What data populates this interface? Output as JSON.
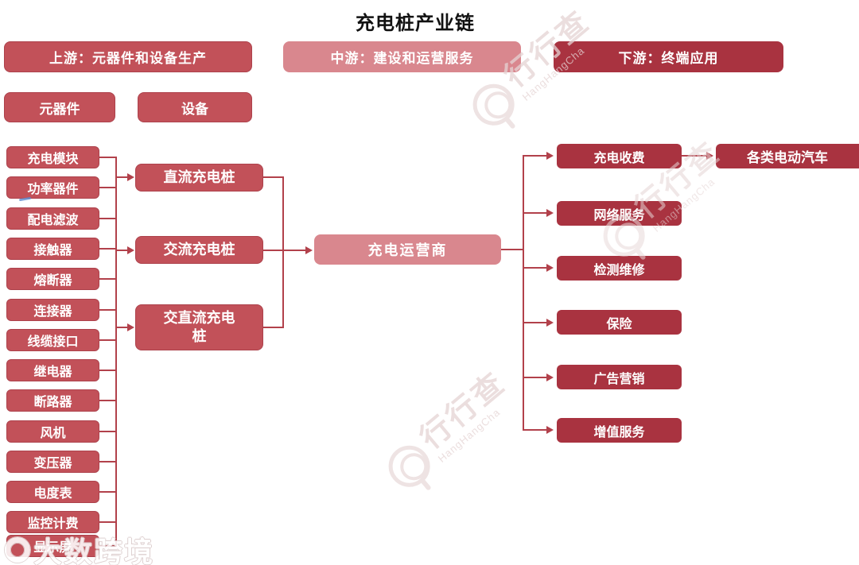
{
  "title": "充电桩产业链",
  "headers": {
    "upstream": "上游：元器件和设备生产",
    "midstream": "中游：建设和运营服务",
    "downstream": "下游：终端应用"
  },
  "upstream": {
    "categories": [
      "元器件",
      "设备"
    ],
    "components": [
      "充电模块",
      "功率器件",
      "配电滤波",
      "接触器",
      "熔断器",
      "连接器",
      "线缆接口",
      "继电器",
      "断路器",
      "风机",
      "变压器",
      "电度表",
      "监控计费",
      "显示屏"
    ],
    "chargers": [
      "直流充电桩",
      "交流充电桩",
      "交直流充电桩"
    ]
  },
  "midstream": {
    "operator": "充电运营商"
  },
  "downstream": {
    "services": [
      "充电收费",
      "网络服务",
      "检测维修",
      "保险",
      "广告营销",
      "增值服务"
    ],
    "application": "各类电动汽车"
  },
  "colors": {
    "medium_red": "#c25159",
    "light_red": "#d9878e",
    "dark_red": "#a93340",
    "line_red": "#b2414b",
    "title_text": "#111111"
  },
  "watermarks": {
    "hhc_cn": "行行查",
    "hhc_en": "HangHangCha",
    "dsj": "大数跨境"
  }
}
